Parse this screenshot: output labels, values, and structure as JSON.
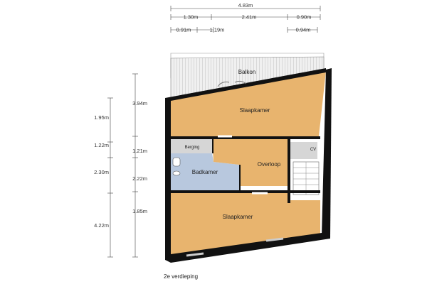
{
  "plan": {
    "floor_label": "2e verdieping",
    "rooms": {
      "balkon": "Balkon",
      "slaapkamer_top": "Slaapkamer",
      "berging": "Berging",
      "overloop": "Overloop",
      "cv": "CV",
      "badkamer": "Badkamer",
      "slaapkamer_bottom": "Slaapkamer"
    },
    "top_dimensions": {
      "total": "4.83m",
      "row1": [
        "1.30m",
        "2.41m",
        "0.90m"
      ],
      "row2": [
        "0.91m",
        "1.19m",
        "0.94m"
      ]
    },
    "left_dimensions": {
      "outer": [
        "1.95m",
        "1.22m",
        "2.30m",
        "4.22m"
      ],
      "inner": [
        "3.94m",
        "1.21m",
        "2.22m",
        "1.85m"
      ]
    },
    "colors": {
      "room_fill": "#e8b46e",
      "bath_fill": "#b8c8de",
      "utility_fill": "#d6d6d6",
      "wall": "#111111",
      "balcony": "#eeeeee"
    }
  }
}
